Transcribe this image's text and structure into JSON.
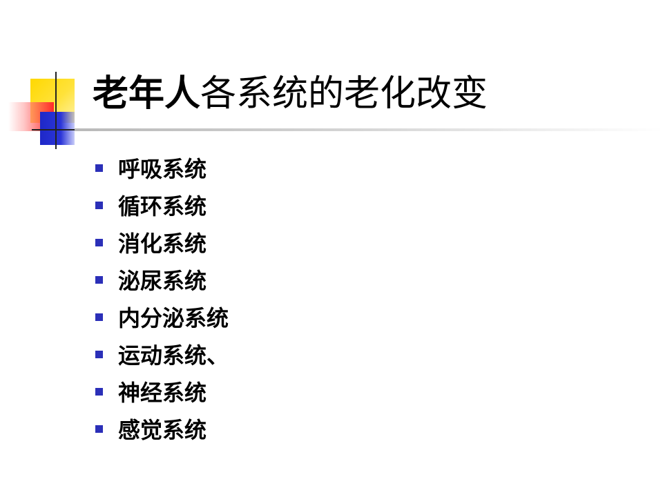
{
  "slide": {
    "title_bold": "老年人",
    "title_rest": "各系统的老化改变",
    "bullets": [
      "呼吸系统",
      "循环系统",
      "消化系统",
      "泌尿系统",
      "内分泌系统",
      "运动系统、",
      "神经系统",
      "感觉系统"
    ]
  },
  "colors": {
    "bullet": "#2b2fb8",
    "accent_yellow": "#ffd800",
    "accent_red": "#ff2a2a",
    "accent_blue": "#1e28c8"
  }
}
